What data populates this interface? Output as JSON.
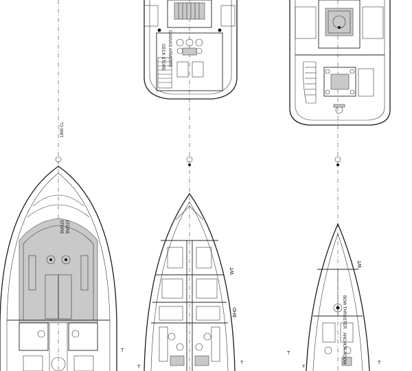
{
  "labels": {
    "wt_mid": "WT",
    "bhd": "BHD",
    "wt_right": "WT",
    "edge_1": "T",
    "edge_2": "T",
    "edge_3": "T",
    "edge_4": "T",
    "edge_5": "T",
    "edge_6": "T",
    "cl_mark": "1800 CL",
    "bow_thruster": "BOW THRUSTER",
    "anchor_room": "ANCHOR ROOM",
    "store_1": "STORE",
    "store_2": "STORE",
    "canvas": "CANVAS ARMOIRE",
    "deck_note": "DECK STORE"
  },
  "colors": {
    "line": "#1a1a1a",
    "fill_grey": "#c9c9c9",
    "background": "#ffffff"
  }
}
